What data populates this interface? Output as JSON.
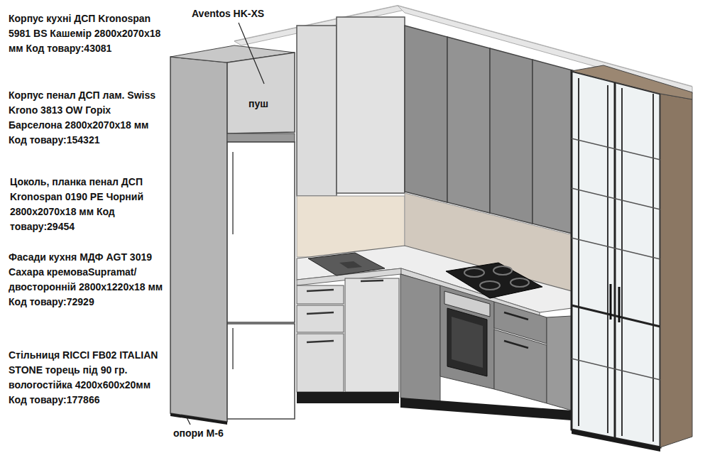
{
  "diagram": {
    "labels": [
      "Aventos HK-XS",
      "пуш",
      "Корпус кухні ДСП Kronospan 5981 BS Кашемір 2800х2070х18 мм Код товару:43081",
      "Корпус пенал ДСП лам. Swiss Krono 3813 OW Горіх Барселона 2800х2070х18 мм Код товару:154321",
      "Цоколь, планка пенал ДСП Kronospan 0190 PE Чорний 2800х2070х18 мм Код товару:29454",
      "Фасади кухня МДФ AGT 3019 Сахара кремоваSupramat/ двосторонній 2800х1220х18 мм Код товару:72929",
      "Стільниця RICCI FB02 ITALIAN STONE торець під 90 гр. вологостійка 4200х600х20мм Код товару:177866",
      "опори М-6"
    ]
  }
}
